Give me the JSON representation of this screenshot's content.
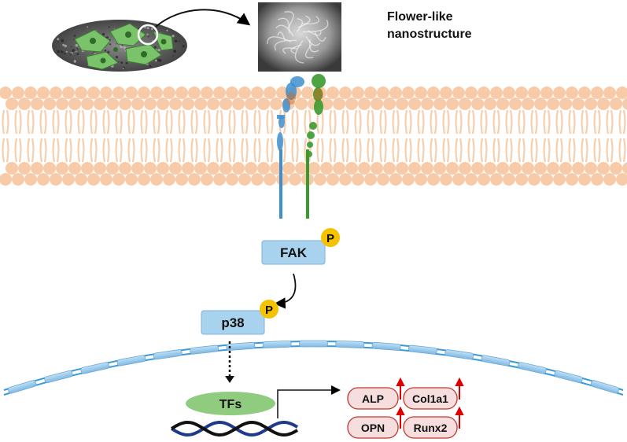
{
  "title": {
    "line1": "Flower-like",
    "line2": "nanostructure"
  },
  "kinase1": {
    "label": "FAK",
    "phospho": "P"
  },
  "kinase2": {
    "label": "p38",
    "phospho": "P"
  },
  "tf": {
    "label": "TFs"
  },
  "genes": [
    {
      "label": "ALP"
    },
    {
      "label": "Col1a1"
    },
    {
      "label": "OPN"
    },
    {
      "label": "Runx2"
    }
  ],
  "colors": {
    "membrane": "#f7c59f",
    "kinase_box": "#a9d2ef",
    "phospho": "#f5c200",
    "tf_ellipse": "#8fcc7f",
    "gene_box": "#f6dede",
    "gene_border": "#c0392b",
    "up_arrow": "#e00000",
    "nuclear_envelope": "#3a9ad9",
    "integrin_blue": "#3d8fd0",
    "integrin_green": "#3a9a2e"
  },
  "icons": [
    "cell-culture-icon",
    "sem-image-icon",
    "integrin-icon",
    "dna-helix-icon"
  ]
}
